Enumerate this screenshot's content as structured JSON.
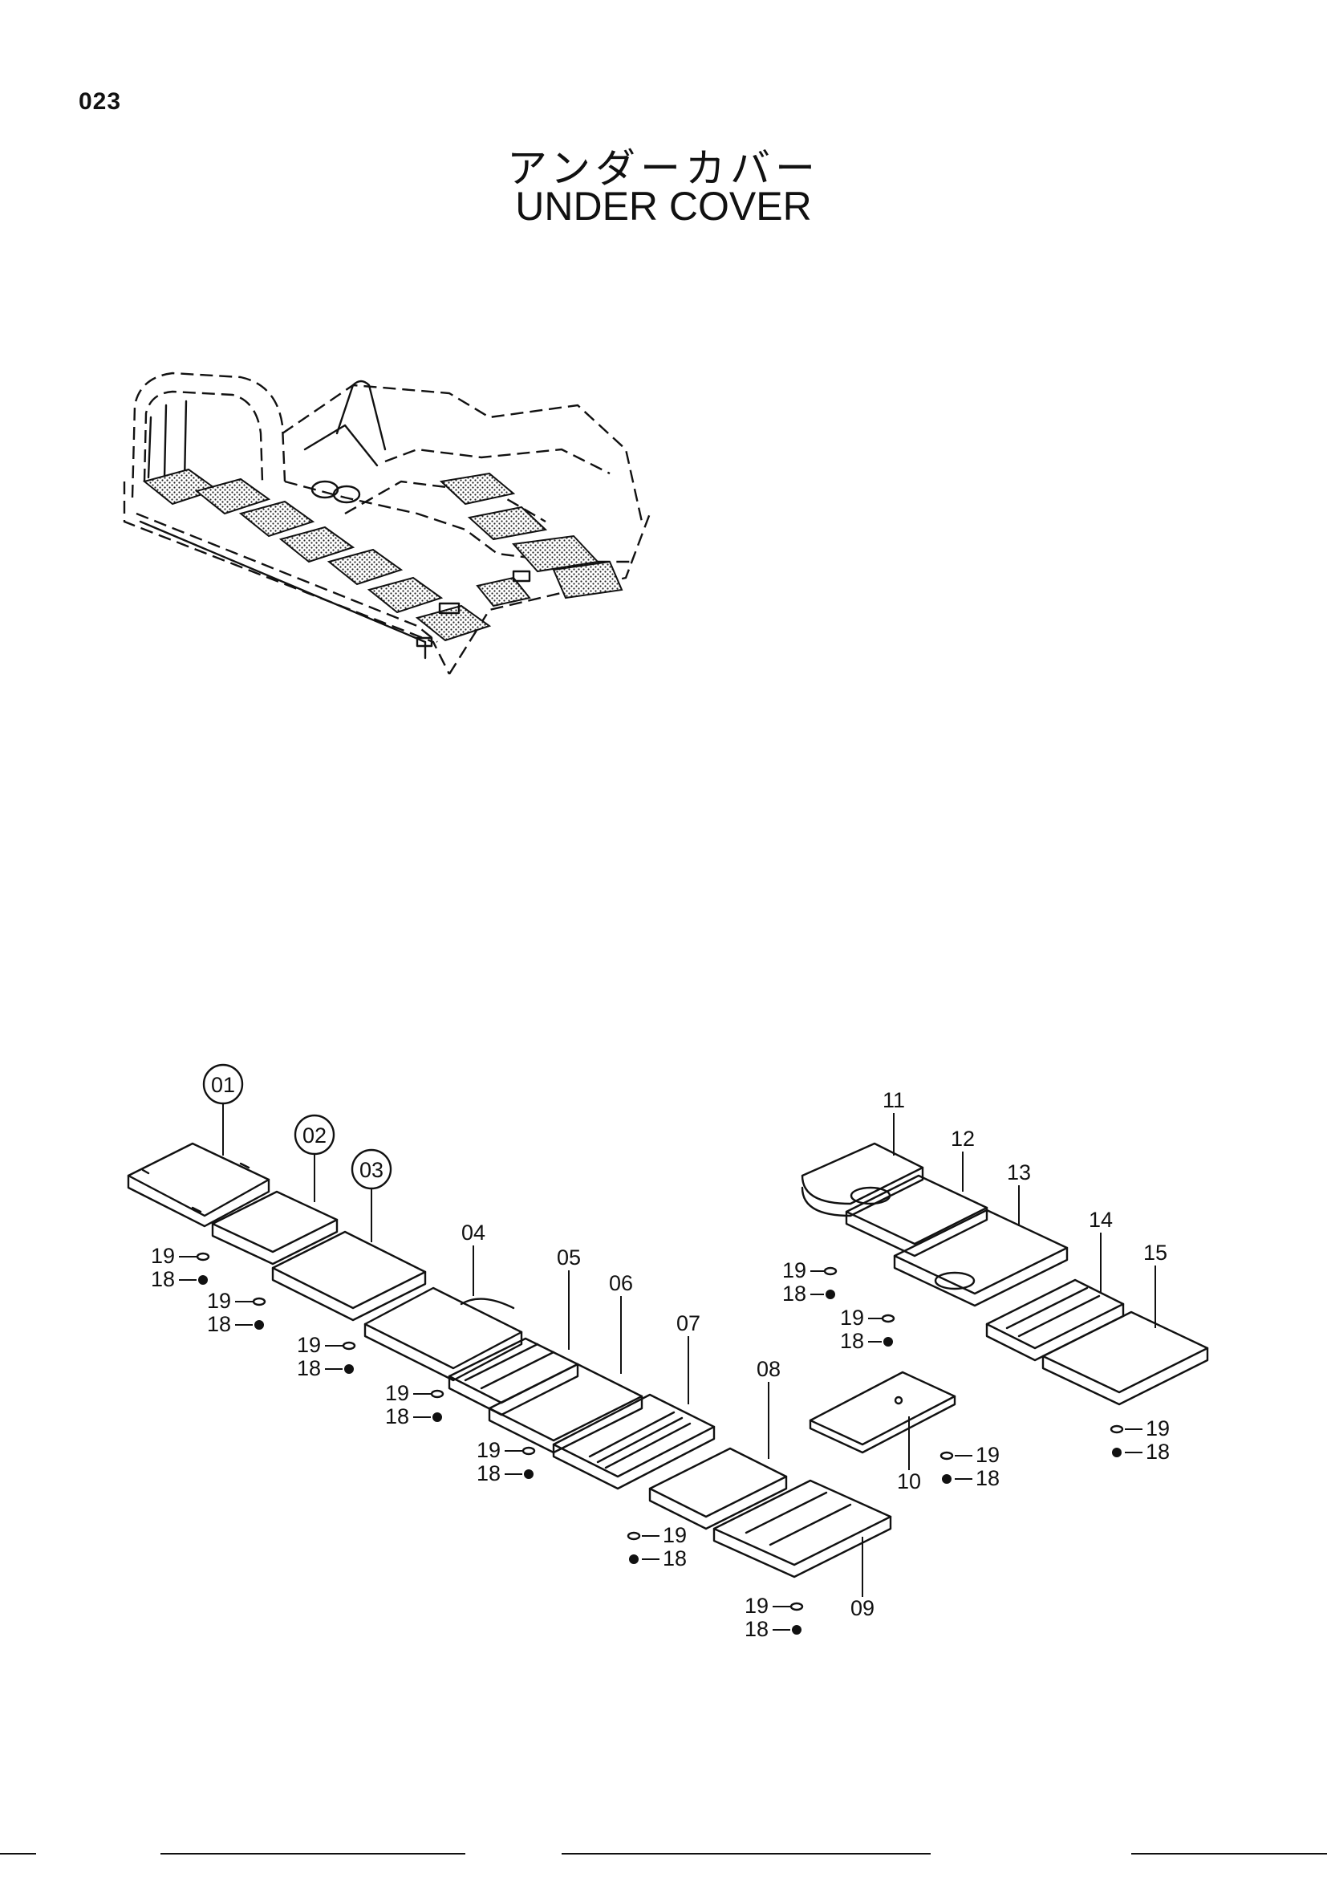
{
  "page": {
    "number": "023",
    "title_jp": "アンダーカバー",
    "title_en": "UNDER COVER"
  },
  "callouts": {
    "p01": "01",
    "p02": "02",
    "p03": "03",
    "p04": "04",
    "p05": "05",
    "p06": "06",
    "p07": "07",
    "p08": "08",
    "p09": "09",
    "p10": "10",
    "p11": "11",
    "p12": "12",
    "p13": "13",
    "p14": "14",
    "p15": "15",
    "washer": "19",
    "bolt": "18"
  }
}
